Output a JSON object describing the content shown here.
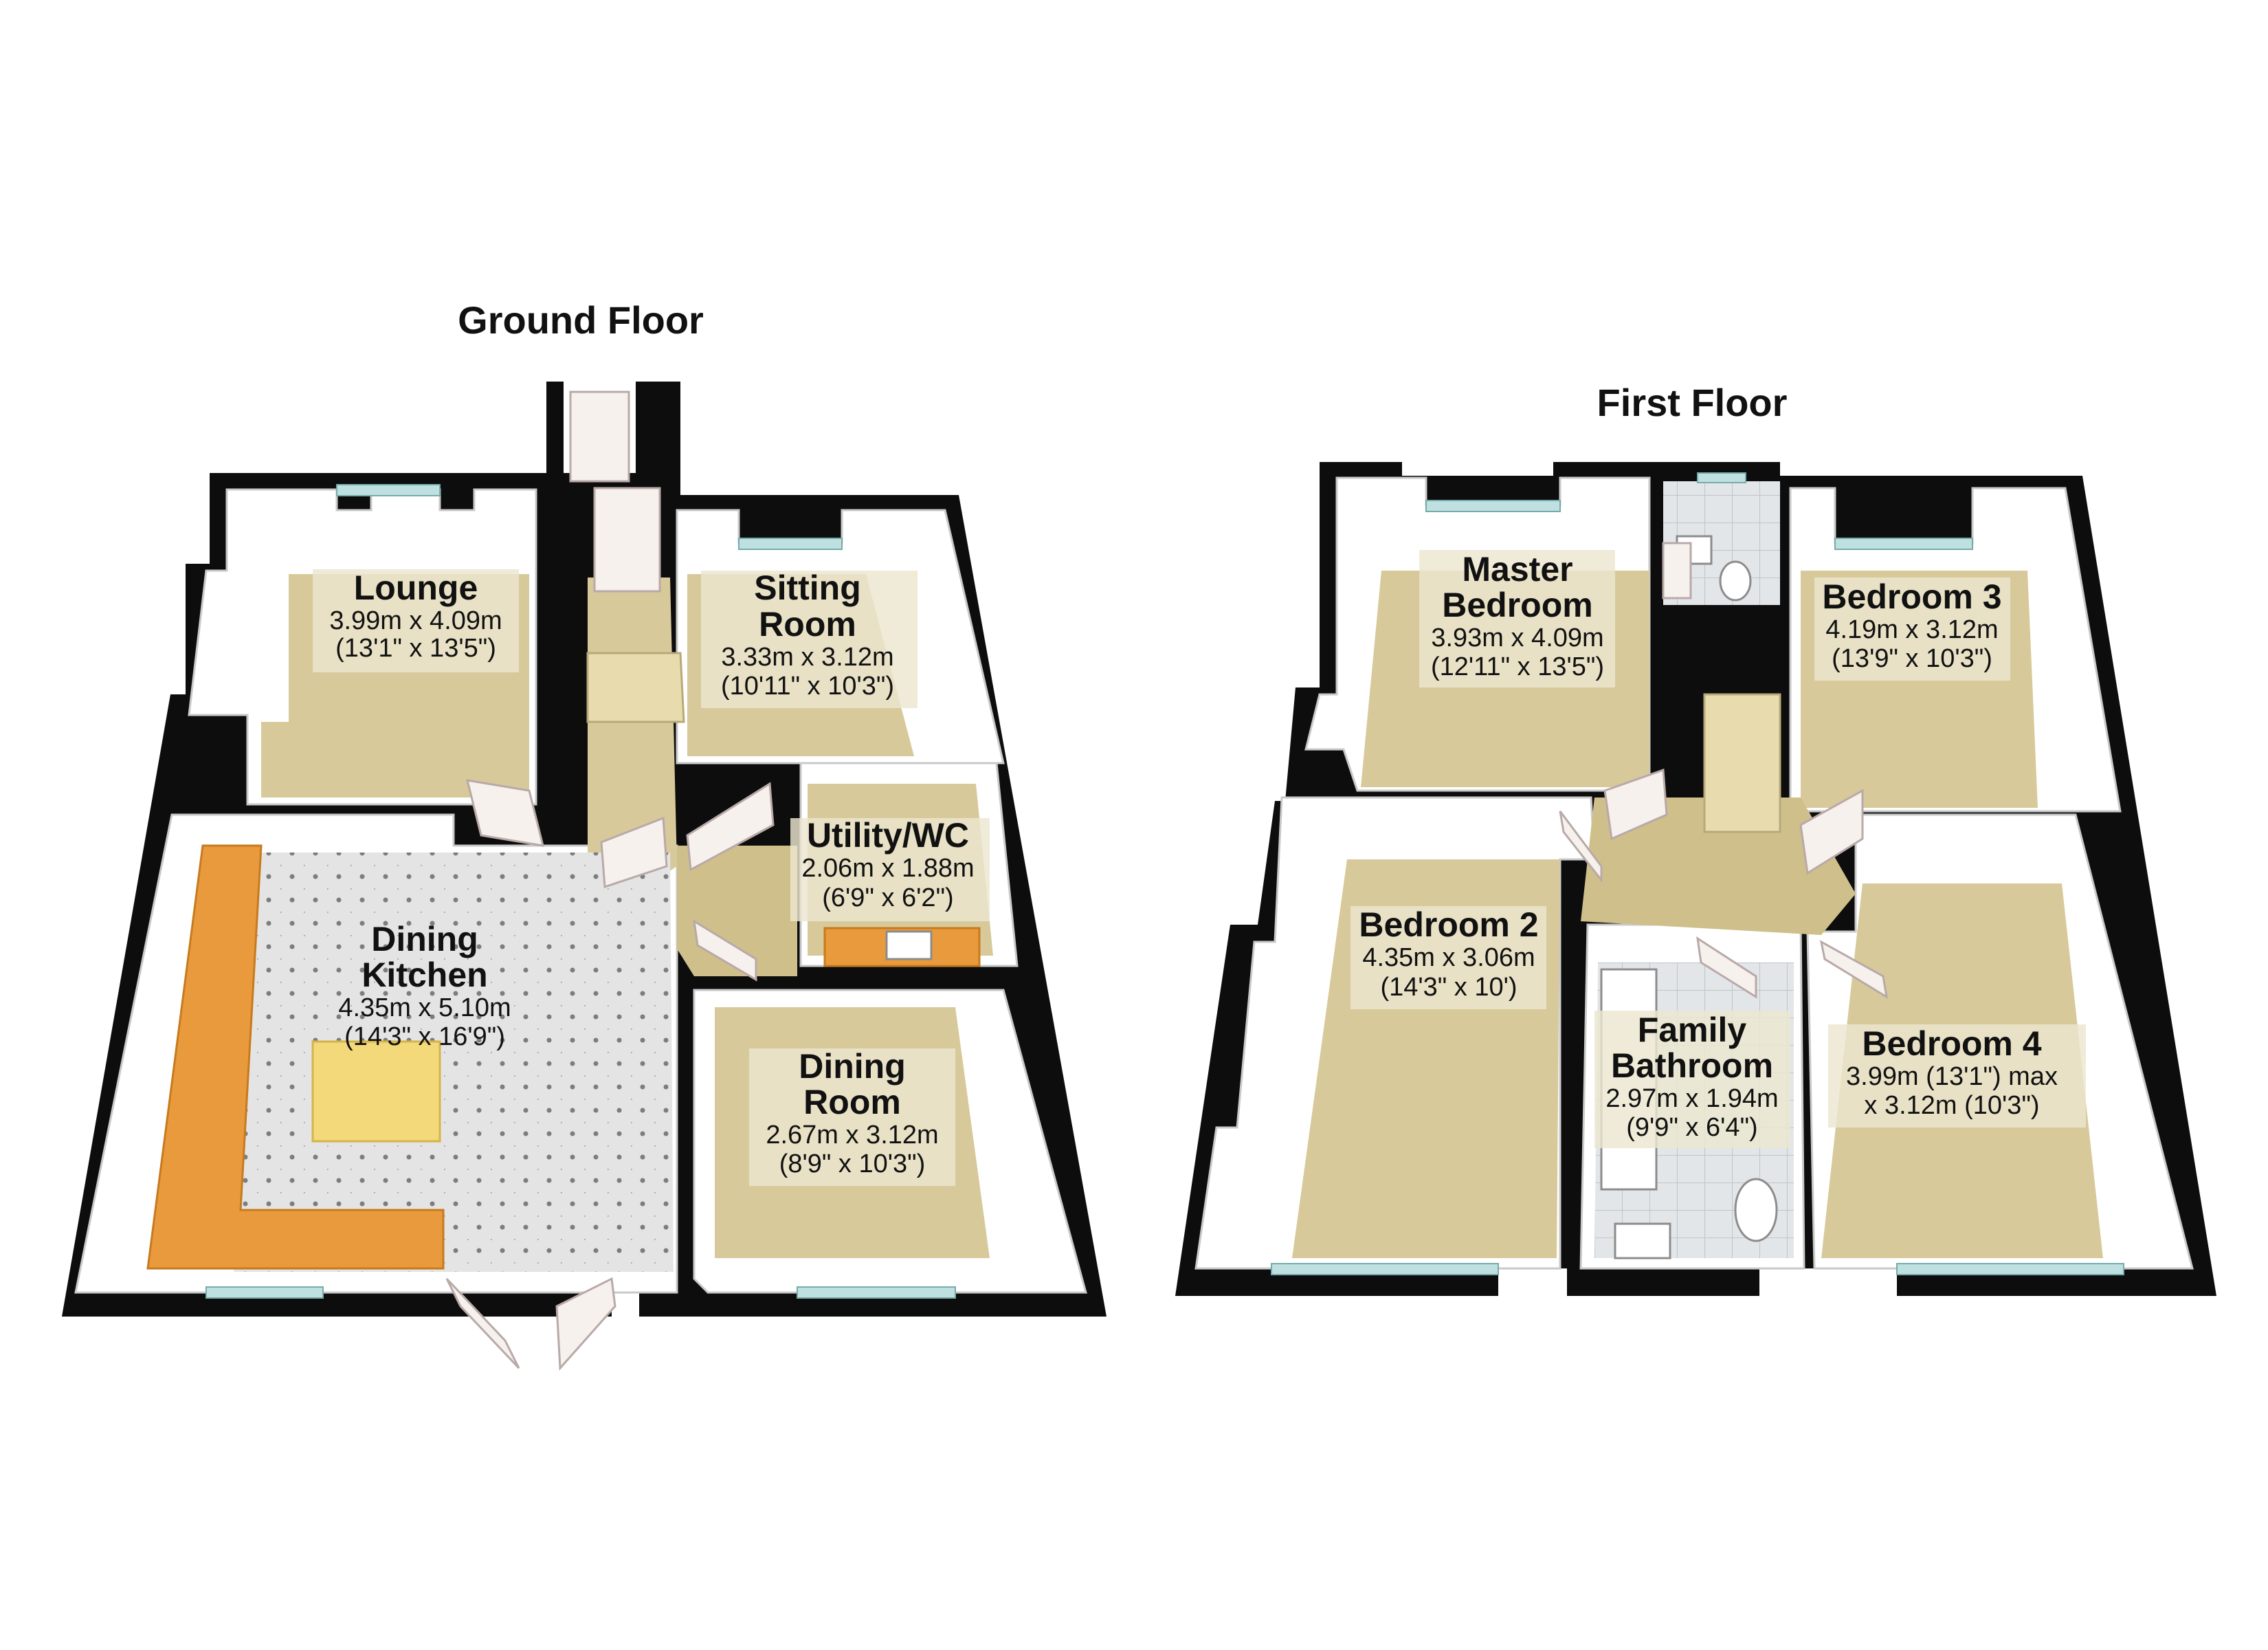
{
  "ground_floor": {
    "title": "Ground Floor",
    "rooms": [
      {
        "name": [
          "Lounge"
        ],
        "metric": "3.99m x 4.09m",
        "imperial": "(13'1\" x 13'5\")"
      },
      {
        "name": [
          "Sitting",
          "Room"
        ],
        "metric": "3.33m x 3.12m",
        "imperial": "(10'11\" x 10'3\")"
      },
      {
        "name": [
          "Utility/WC"
        ],
        "metric": "2.06m x 1.88m",
        "imperial": "(6'9\" x 6'2\")"
      },
      {
        "name": [
          "Dining",
          "Kitchen"
        ],
        "metric": "4.35m x 5.10m",
        "imperial": "(14'3\" x 16'9\")"
      },
      {
        "name": [
          "Dining",
          "Room"
        ],
        "metric": "2.67m x 3.12m",
        "imperial": "(8'9\" x 10'3\")"
      }
    ]
  },
  "first_floor": {
    "title": "First Floor",
    "rooms": [
      {
        "name": [
          "Master",
          "Bedroom"
        ],
        "metric": "3.93m x 4.09m",
        "imperial": "(12'11\" x 13'5\")"
      },
      {
        "name": [
          "Bedroom 3"
        ],
        "metric": "4.19m x 3.12m",
        "imperial": "(13'9\" x 10'3\")"
      },
      {
        "name": [
          "Bedroom 2"
        ],
        "metric": "4.35m x 3.06m",
        "imperial": "(14'3\" x 10')"
      },
      {
        "name": [
          "Family",
          "Bathroom"
        ],
        "metric": "2.97m x 1.94m",
        "imperial": "(9'9\" x 6'4\")"
      },
      {
        "name": [
          "Bedroom 4"
        ],
        "metric": "3.99m (13'1\") max",
        "imperial": "x 3.12m (10'3\")"
      }
    ]
  },
  "colors": {
    "wall": "#0d0d0d",
    "carpet": "#d7c99a",
    "kitchen_counter": "#e89a3c",
    "kitchen_island": "#f3d97a",
    "tile_floor": "#e6e6e6"
  }
}
